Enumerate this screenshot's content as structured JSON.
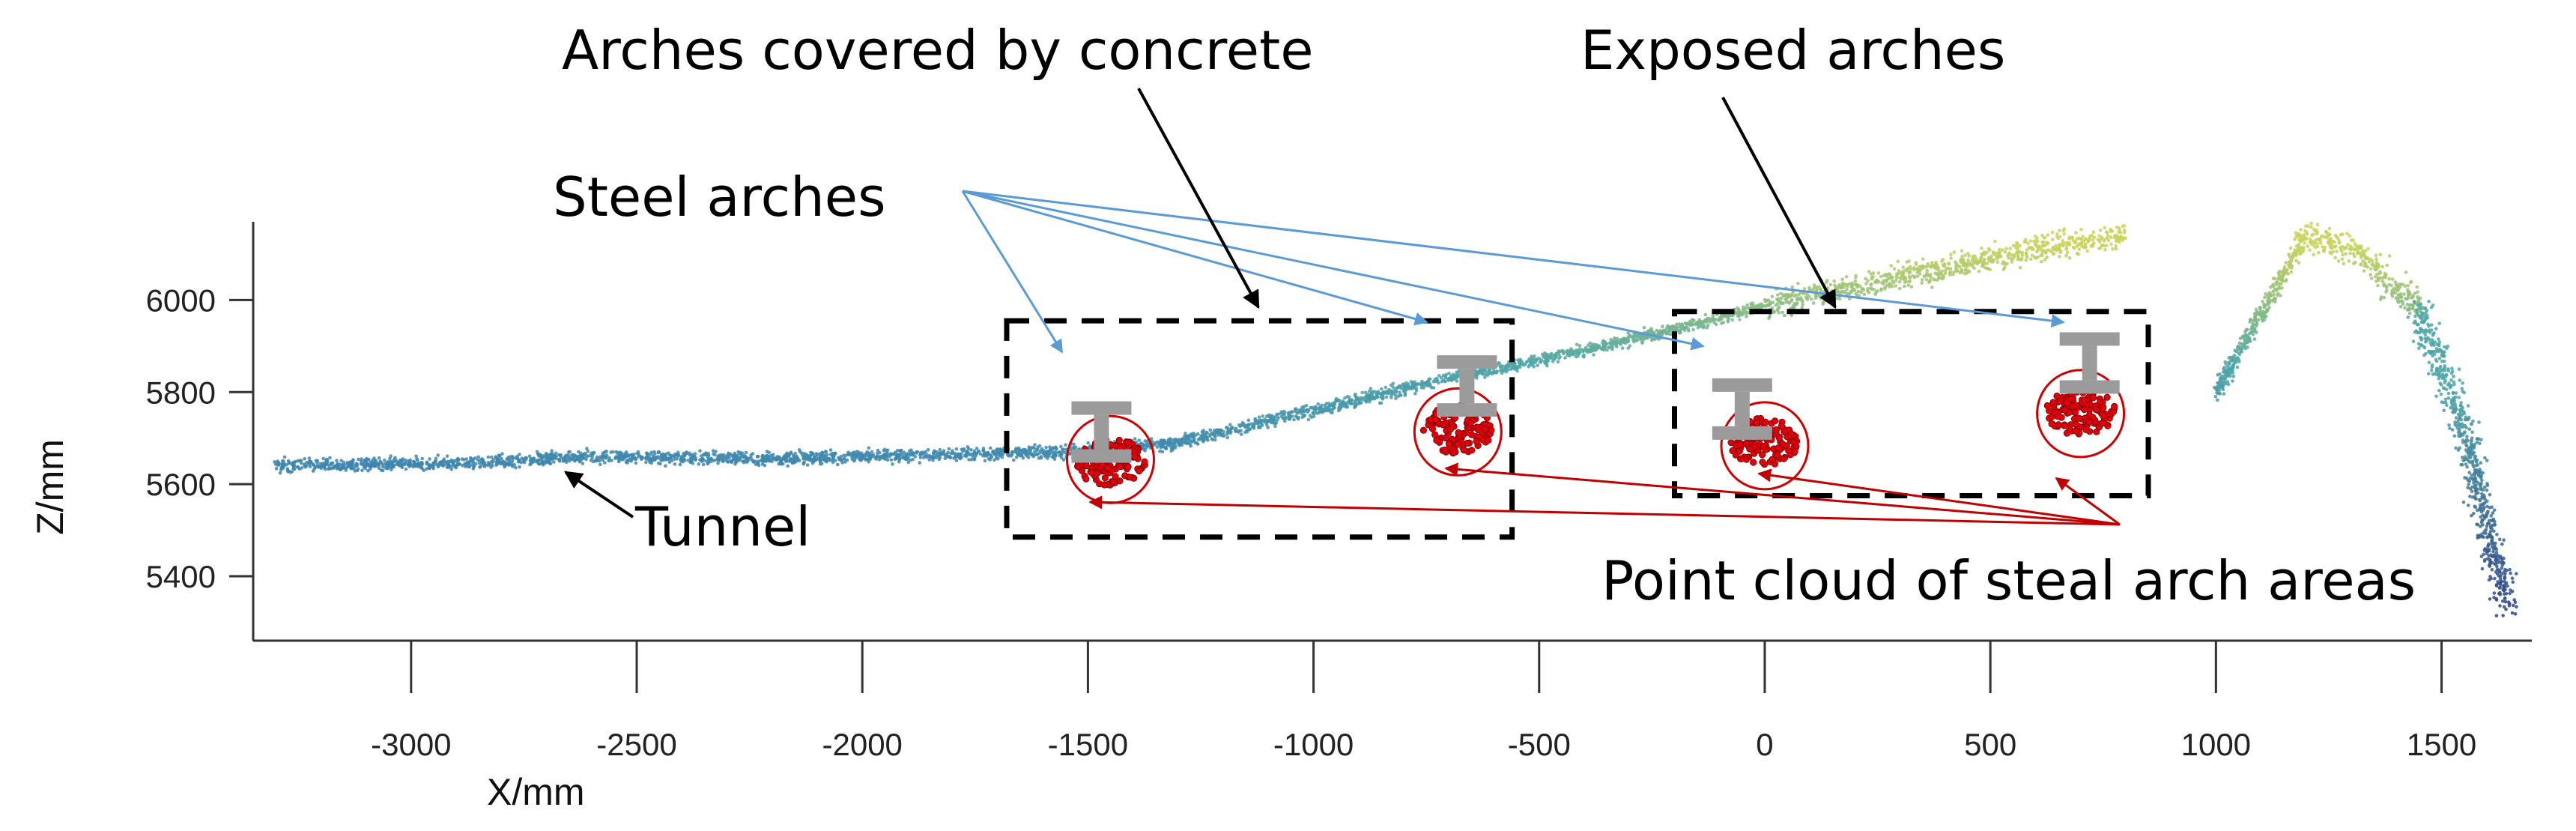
{
  "chart_data": {
    "type": "scatter",
    "xlabel": "X/mm",
    "ylabel": "Z/mm",
    "xlim": [
      -3350,
      1700
    ],
    "ylim": [
      5260,
      6170
    ],
    "x_ticks": [
      -3000,
      -2500,
      -2000,
      -1500,
      -1000,
      -500,
      0,
      500,
      1000,
      1500
    ],
    "y_ticks": [
      5400,
      5600,
      5800,
      6000
    ],
    "grid": false,
    "series": [
      {
        "description": "tunnel profile points (blue-green-yellow gradient)",
        "color_low": "#3a7fb0",
        "color_mid": "#4fa6a8",
        "color_high": "#c9d45a",
        "approx_profile": [
          [
            -3300,
            5640
          ],
          [
            -2900,
            5645
          ],
          [
            -2600,
            5660
          ],
          [
            -2200,
            5655
          ],
          [
            -1800,
            5665
          ],
          [
            -1550,
            5670
          ],
          [
            -1300,
            5690
          ],
          [
            -1000,
            5760
          ],
          [
            -700,
            5830
          ],
          [
            -400,
            5890
          ],
          [
            -100,
            5960
          ],
          [
            0,
            5990
          ],
          [
            200,
            6030
          ],
          [
            400,
            6070
          ],
          [
            600,
            6110
          ],
          [
            800,
            6140
          ],
          [
            1000,
            5800
          ],
          [
            1200,
            6140
          ],
          [
            1300,
            6110
          ],
          [
            1450,
            5980
          ],
          [
            1550,
            5720
          ],
          [
            1600,
            5500
          ],
          [
            1650,
            5330
          ]
        ]
      },
      {
        "description": "point cloud of steel arch areas",
        "color": "#e0000b",
        "clusters": [
          {
            "cx": -1450,
            "cz": 5660
          },
          {
            "cx": -680,
            "cz": 5720
          },
          {
            "cx": 0,
            "cz": 5690
          },
          {
            "cx": 700,
            "cz": 5760
          }
        ]
      }
    ],
    "steel_arch_glyphs": [
      {
        "x": -1470,
        "z_top": 5780
      },
      {
        "x": -660,
        "z_top": 5880
      },
      {
        "x": -50,
        "z_top": 5830
      },
      {
        "x": 720,
        "z_top": 5930
      }
    ],
    "annotations": {
      "arches_covered": "Arches covered by concrete",
      "exposed_arches": "Exposed arches",
      "steel_arches": "Steel arches",
      "tunnel": "Tunnel",
      "point_cloud": "Point cloud of steal arch areas"
    },
    "regions": [
      {
        "name": "covered",
        "x0": -1680,
        "x1": -560,
        "z0": 5485,
        "z1": 5955
      },
      {
        "name": "exposed",
        "x0": -200,
        "x1": 850,
        "z0": 5575,
        "z1": 5975
      }
    ],
    "colors": {
      "arch_red": "#e0000b",
      "arch_gray": "#9b9b9b",
      "pointer_blue": "#5b9bd5",
      "pointer_red": "#c00000",
      "box_black": "#000000"
    }
  }
}
